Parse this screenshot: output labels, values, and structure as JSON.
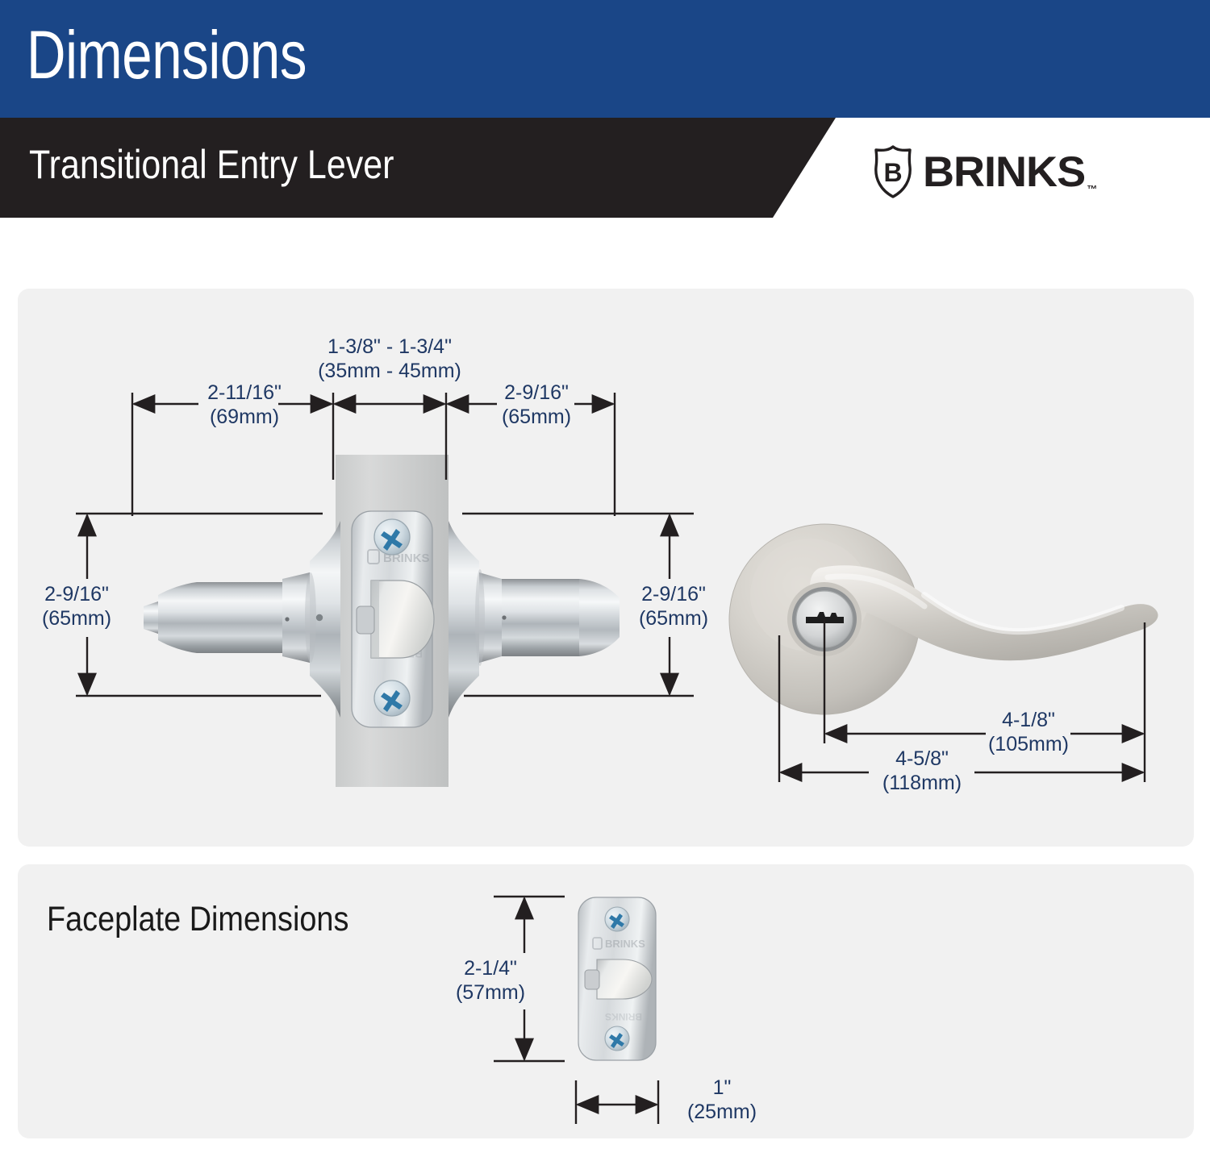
{
  "header": {
    "title": "Dimensions",
    "subtitle": "Transitional Entry Lever",
    "brand": "BRINKS",
    "brand_tm": "™",
    "blue_color": "#1a4687",
    "black_color": "#231f20"
  },
  "sections": {
    "faceplate_heading": "Faceplate Dimensions"
  },
  "dimensions": {
    "backset": {
      "imperial": "2-11/16\"",
      "metric": "(69mm)"
    },
    "door_thickness": {
      "imperial": "1-3/8\" - 1-3/4\"",
      "metric": "(35mm - 45mm)"
    },
    "right_depth": {
      "imperial": "2-9/16\"",
      "metric": "(65mm)"
    },
    "rose_height_left": {
      "imperial": "2-9/16\"",
      "metric": "(65mm)"
    },
    "rose_height_right": {
      "imperial": "2-9/16\"",
      "metric": "(65mm)"
    },
    "lever_length": {
      "imperial": "4-1/8\"",
      "metric": "(105mm)"
    },
    "lever_total": {
      "imperial": "4-5/8\"",
      "metric": "(118mm)"
    },
    "faceplate_height": {
      "imperial": "2-1/4\"",
      "metric": "(57mm)"
    },
    "faceplate_width": {
      "imperial": "1\"",
      "metric": "(25mm)"
    }
  },
  "product": {
    "latch_faceplate_brand": "BRINKS",
    "finish_color": "#c8cbcd"
  }
}
